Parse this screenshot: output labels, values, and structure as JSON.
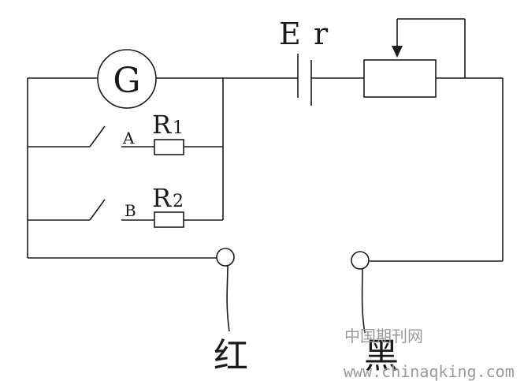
{
  "labels": {
    "galvanometer": "G",
    "emf": "E",
    "internal_resistance": "r",
    "resistor_1": "R",
    "resistor_1_sub": "1",
    "resistor_2": "R",
    "resistor_2_sub": "2",
    "switch_a": "A",
    "switch_b": "B",
    "terminal_red": "红",
    "terminal_black": "黑"
  },
  "watermark": {
    "line1": "中国期刊网",
    "line2": "www.chinaqking.com"
  }
}
